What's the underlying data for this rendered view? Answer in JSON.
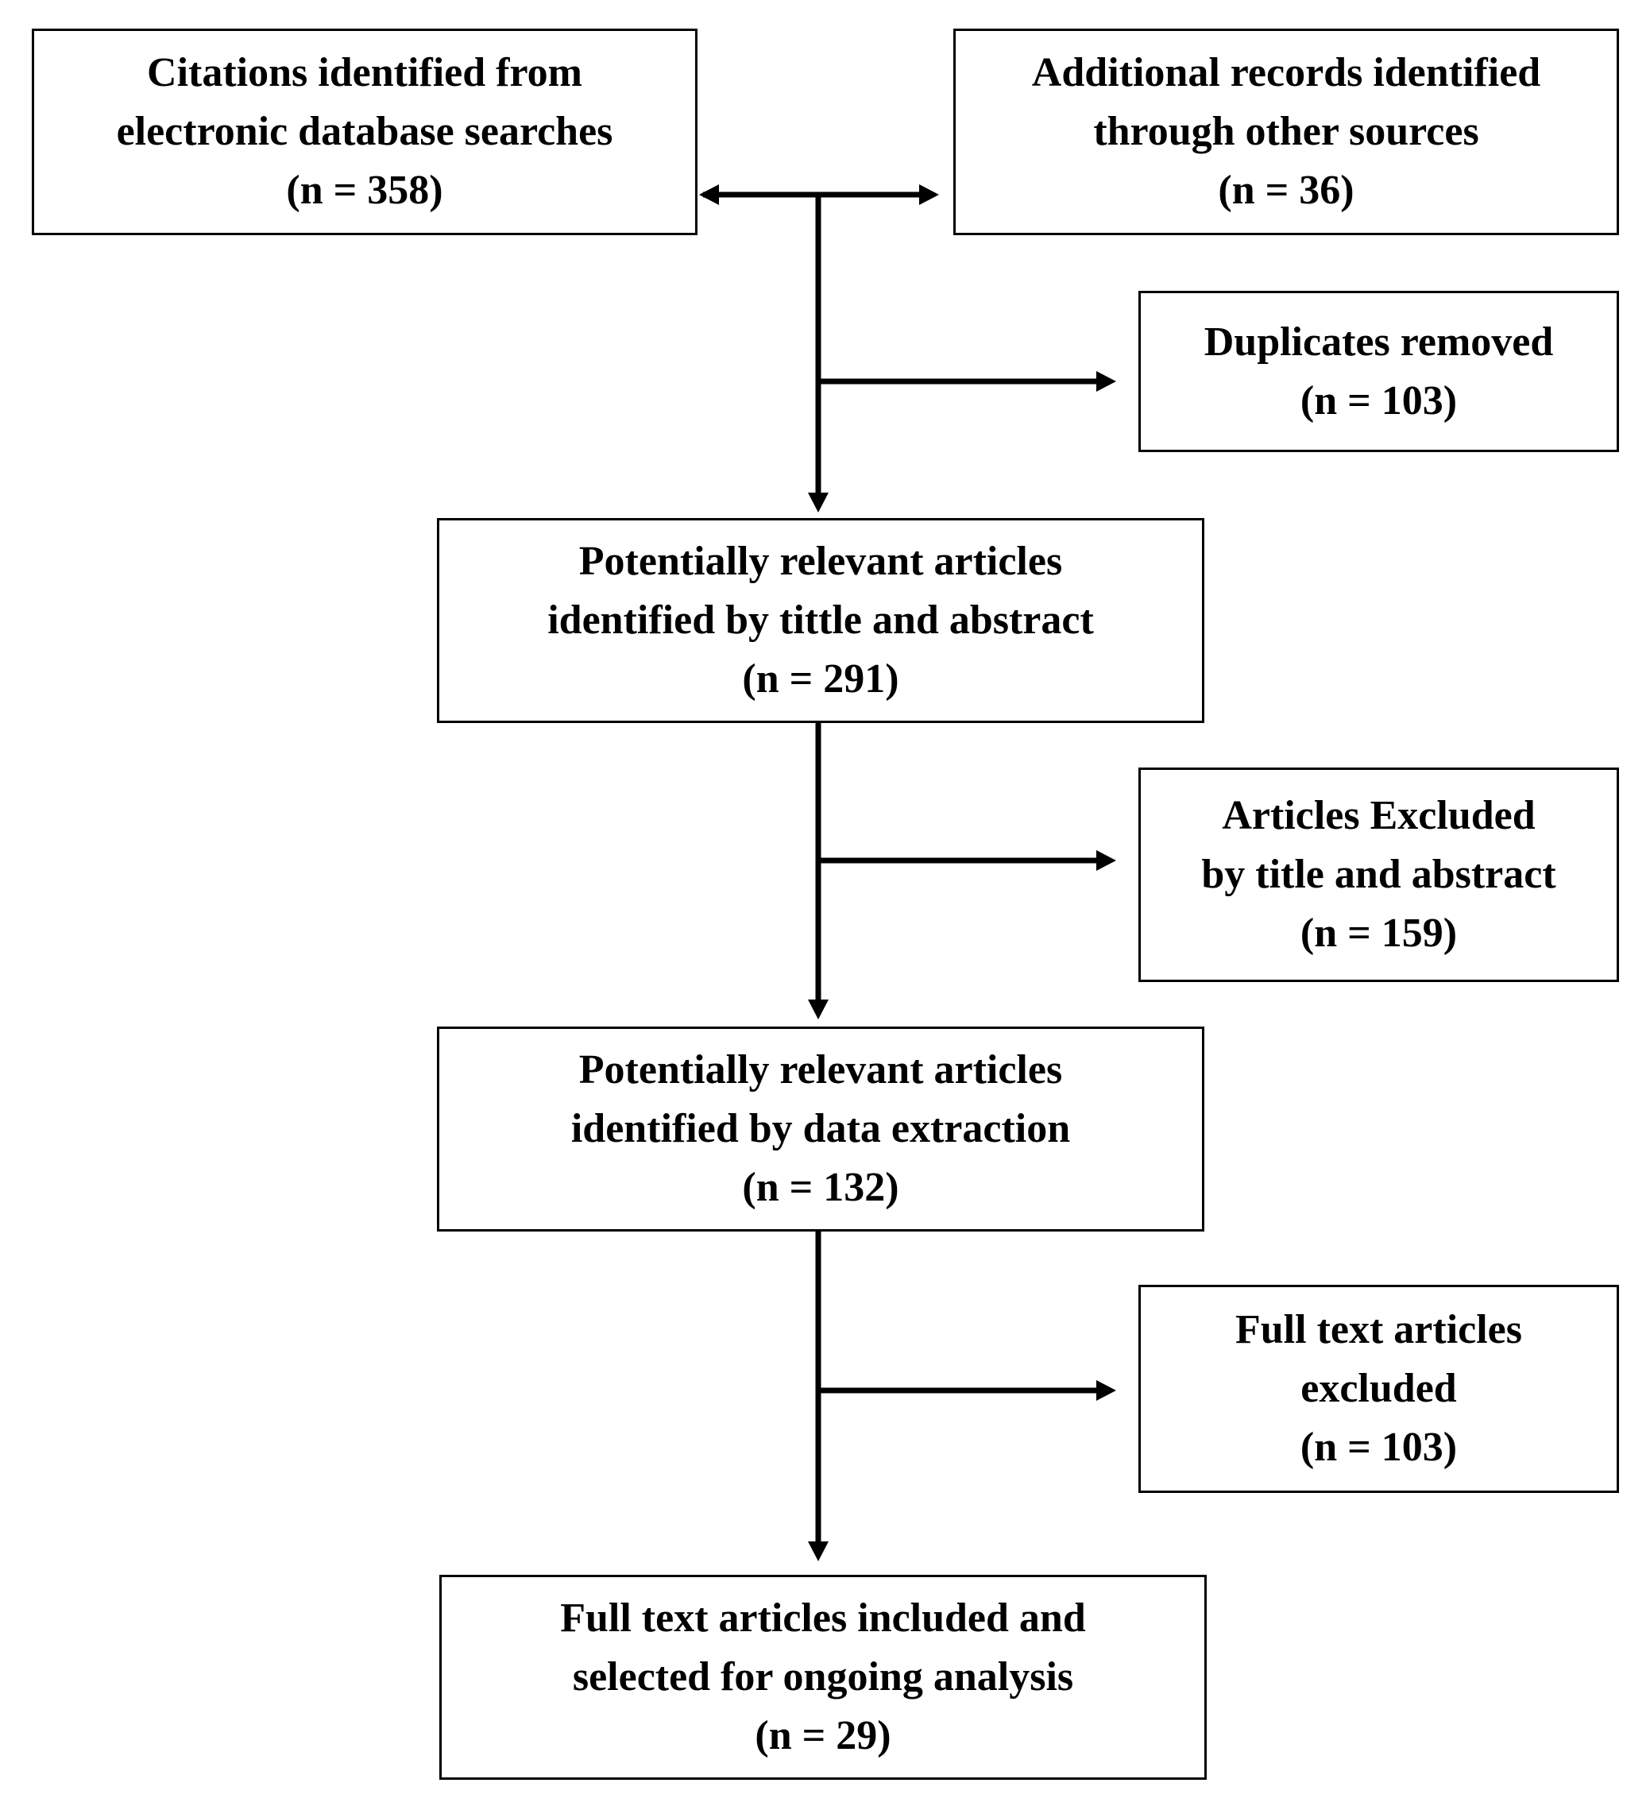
{
  "flowchart": {
    "database_searches": {
      "lines": [
        "Citations identified  from",
        "electronic database searches",
        "(n = 358)"
      ]
    },
    "other_sources": {
      "lines": [
        "Additional  records identified",
        "through  other sources",
        "(n = 36)"
      ]
    },
    "duplicates_removed": {
      "lines": [
        "Duplicates removed",
        "(n = 103)"
      ]
    },
    "title_abstract_screened": {
      "lines": [
        "Potentially relevant articles",
        "identified  by tittle and abstract",
        "(n = 291)"
      ]
    },
    "title_abstract_excluded": {
      "lines": [
        "Articles  Excluded",
        "by title and abstract",
        "(n = 159)"
      ]
    },
    "data_extraction": {
      "lines": [
        "Potentially relevant articles",
        "identified  by data extraction",
        "(n = 132)"
      ]
    },
    "full_text_excluded": {
      "lines": [
        "Full text articles",
        "excluded",
        "(n = 103)"
      ]
    },
    "included_final": {
      "lines": [
        "Full text articles included  and",
        "selected for ongoing analysis",
        "(n = 29)"
      ]
    }
  },
  "colors": {
    "stroke": "#000000",
    "background": "#ffffff"
  }
}
